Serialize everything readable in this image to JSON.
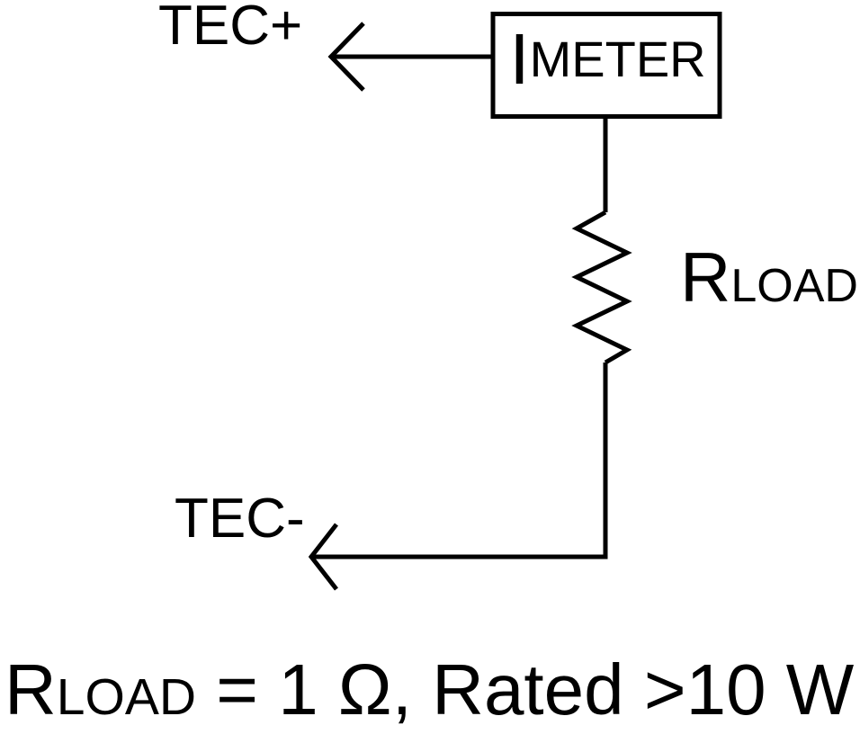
{
  "diagram": {
    "type": "circuit-schematic",
    "background_color": "#ffffff",
    "line_color": "#000000",
    "text_color": "#000000",
    "terminals": {
      "positive": "TEC+",
      "negative": "TEC-"
    },
    "meter": {
      "symbol": "I",
      "subscript": "METER"
    },
    "resistor": {
      "symbol": "R",
      "subscript": "LOAD",
      "value": "1 Ω",
      "power_rating": ">10 W"
    },
    "caption": {
      "symbol": "R",
      "subscript": "LOAD",
      "rest": " = 1 Ω, Rated >10 W"
    },
    "connections": [
      "TEC+ ← I_METER",
      "I_METER — R_LOAD",
      "R_LOAD → TEC-"
    ]
  }
}
